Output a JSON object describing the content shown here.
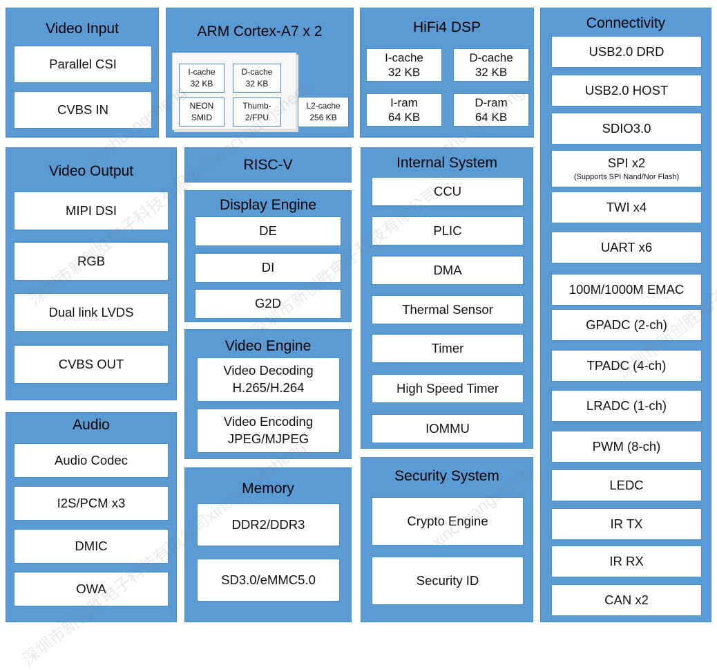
{
  "video_input": {
    "title": "Video Input",
    "items": [
      "Parallel CSI",
      "CVBS IN"
    ]
  },
  "arm": {
    "title": "ARM Cortex-A7 x 2",
    "icache": [
      "I-cache",
      "32 KB"
    ],
    "dcache": [
      "D-cache",
      "32 KB"
    ],
    "neon": [
      "NEON",
      "SMID"
    ],
    "thumb": [
      "Thumb-",
      "2/FPU"
    ],
    "l2": [
      "L2-cache",
      "256 KB"
    ]
  },
  "dsp": {
    "title": "HiFi4 DSP",
    "icache": [
      "I-cache",
      "32 KB"
    ],
    "dcache": [
      "D-cache",
      "32 KB"
    ],
    "iram": [
      "I-ram",
      "64 KB"
    ],
    "dram": [
      "D-ram",
      "64 KB"
    ]
  },
  "connectivity": {
    "title": "Connectivity",
    "items": [
      "USB2.0 DRD",
      "USB2.0 HOST",
      "SDIO3.0",
      "SPI x2",
      "TWI x4",
      "UART x6",
      "100M/1000M EMAC",
      "GPADC (2-ch)",
      "TPADC (4-ch)",
      "LRADC (1-ch)",
      "PWM (8-ch)",
      "LEDC",
      "IR TX",
      "IR RX",
      "CAN x2"
    ],
    "spi_note": "(Supports SPI Nand/Nor Flash)"
  },
  "video_output": {
    "title": "Video Output",
    "items": [
      "MIPI DSI",
      "RGB",
      "Dual link LVDS",
      "CVBS OUT"
    ]
  },
  "riscv": {
    "title": "RISC-V"
  },
  "display_engine": {
    "title": "Display Engine",
    "items": [
      "DE",
      "DI",
      "G2D"
    ]
  },
  "internal_system": {
    "title": "Internal System",
    "items": [
      "CCU",
      "PLIC",
      "DMA",
      "Thermal Sensor",
      "Timer",
      "High Speed Timer",
      "IOMMU"
    ]
  },
  "video_engine": {
    "title": "Video Engine",
    "decoding": [
      "Video Decoding",
      "H.265/H.264"
    ],
    "encoding": [
      "Video Encoding",
      "JPEG/MJPEG"
    ]
  },
  "audio": {
    "title": "Audio",
    "items": [
      "Audio Codec",
      "I2S/PCM x3",
      "DMIC",
      "OWA"
    ]
  },
  "memory": {
    "title": "Memory",
    "items": [
      "DDR2/DDR3",
      "SD3.0/eMMC5.0"
    ]
  },
  "security_system": {
    "title": "Security System",
    "items": [
      "Crypto Engine",
      "Security ID"
    ]
  },
  "watermarks": [
    "xinchuangsheng",
    "深圳市新创胜电子科技有限公司",
    "深圳市新创胜电子科技有限公司xinchuangsheng"
  ]
}
